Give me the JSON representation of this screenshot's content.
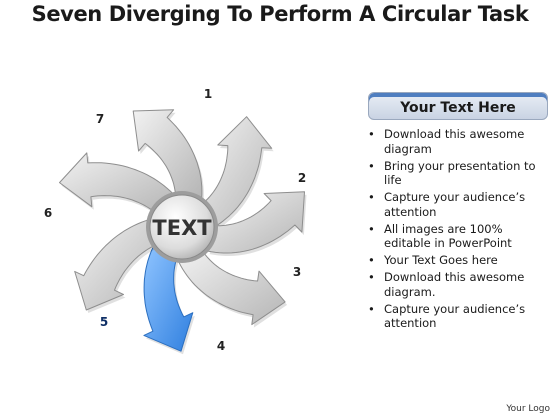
{
  "title": "Seven Diverging To Perform A Circular Task",
  "center_label": "TEXT",
  "arrows": [
    {
      "label": "1",
      "highlighted": false
    },
    {
      "label": "2",
      "highlighted": false
    },
    {
      "label": "3",
      "highlighted": false
    },
    {
      "label": "4",
      "highlighted": false
    },
    {
      "label": "5",
      "highlighted": true
    },
    {
      "label": "6",
      "highlighted": false
    },
    {
      "label": "7",
      "highlighted": false
    }
  ],
  "colors": {
    "arrow_fill": "#d0d0d0",
    "arrow_stroke": "#8e8e8e",
    "highlight_fill": "#3f8ee6",
    "highlight_stroke": "#2c6fbf",
    "accent": "#4f7ec0"
  },
  "panel": {
    "header": "Your Text Here",
    "bullets": [
      "Download this awesome diagram",
      "Bring your presentation to life",
      "Capture your audience’s attention",
      "All images are 100% editable in PowerPoint",
      "Your Text Goes here",
      "Download this awesome diagram.",
      "Capture your audience’s attention"
    ]
  },
  "footer": {
    "logo_text": "Your Logo"
  }
}
